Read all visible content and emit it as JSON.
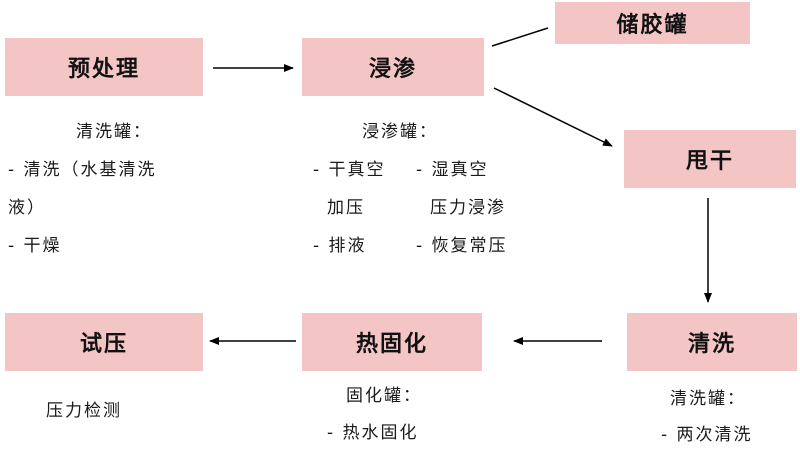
{
  "colors": {
    "box_fill": "#f4c5c5",
    "arrow": "#000000"
  },
  "steps": {
    "pretreat": {
      "label": "预处理",
      "tank": "清洗罐：",
      "items": [
        "- 清洗（水基清洗",
        "液）",
        "- 干燥"
      ]
    },
    "impregnate": {
      "label": "浸渗",
      "tank": "浸渗罐：",
      "items": [
        "- 干真空",
        "- 湿真空",
        "加压",
        "压力浸渗",
        "- 排液",
        "- 恢复常压"
      ]
    },
    "storage": {
      "label": "储胶罐"
    },
    "spin_dry": {
      "label": "甩干"
    },
    "wash": {
      "label": "清洗",
      "tank": "清洗罐：",
      "items": [
        "- 两次清洗"
      ]
    },
    "heat_cure": {
      "label": "热固化",
      "tank": "固化罐：",
      "items": [
        "- 热水固化"
      ]
    },
    "pressure_test": {
      "label": "试压",
      "items": [
        "压力检测"
      ]
    }
  }
}
